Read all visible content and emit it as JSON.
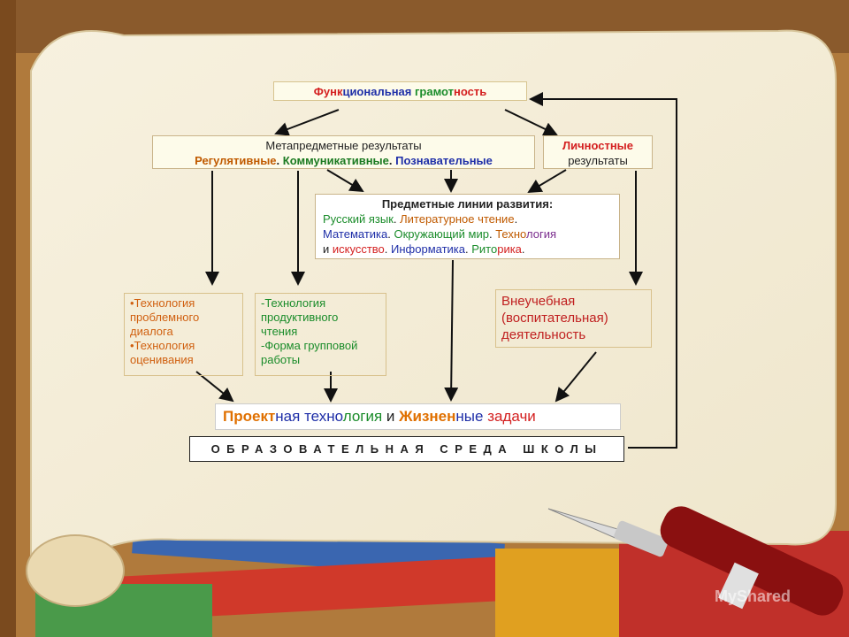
{
  "title": [
    {
      "text": "Функ",
      "color": "#d42020"
    },
    {
      "text": "циональная ",
      "color": "#1f2fa8"
    },
    {
      "text": "грамот",
      "color": "#1a8c2a"
    },
    {
      "text": "ность",
      "color": "#d42020"
    }
  ],
  "meta": {
    "line1": "Метапредметные результаты",
    "line2": [
      {
        "text": "Регулятивные",
        "color": "#c05a00"
      },
      {
        "text": ". ",
        "color": "#222222"
      },
      {
        "text": "Коммуникативные",
        "color": "#1a7a20"
      },
      {
        "text": ". ",
        "color": "#222222"
      },
      {
        "text": "Познавательные",
        "color": "#1f2fa8"
      }
    ]
  },
  "personal": {
    "line1": "Личностные",
    "line2": "результаты"
  },
  "subjects": {
    "heading": "Предметные линии развития:",
    "lines": [
      [
        {
          "text": "Русский язык",
          "color": "#1a8c2a"
        },
        {
          "text": ". ",
          "color": "#222222"
        },
        {
          "text": "Литературное чтение",
          "color": "#c05a00"
        },
        {
          "text": ".",
          "color": "#222222"
        }
      ],
      [
        {
          "text": "Математика",
          "color": "#1f2fa8"
        },
        {
          "text": ". ",
          "color": "#222222"
        },
        {
          "text": "Окружающий мир",
          "color": "#1a8c2a"
        },
        {
          "text": ". ",
          "color": "#222222"
        },
        {
          "text": "Техно",
          "color": "#c05a00"
        },
        {
          "text": "логия",
          "color": "#7b2d8e"
        }
      ],
      [
        {
          "text": "и ",
          "color": "#222222"
        },
        {
          "text": "искусство",
          "color": "#d42020"
        },
        {
          "text": ". ",
          "color": "#222222"
        },
        {
          "text": "Информатика",
          "color": "#1f2fa8"
        },
        {
          "text": ". ",
          "color": "#222222"
        },
        {
          "text": "Рито",
          "color": "#1a8c2a"
        },
        {
          "text": "рика",
          "color": "#d42020"
        },
        {
          "text": ".",
          "color": "#222222"
        }
      ]
    ]
  },
  "tech1": {
    "lines": [
      "•Технология",
      "проблемного",
      "диалога",
      "•Технология",
      "оценивания"
    ],
    "color": "#d06010"
  },
  "tech2": {
    "lines": [
      "-Технология",
      "продуктивного",
      "чтения",
      "-Форма групповой",
      "работы"
    ],
    "color": "#1a8c2a"
  },
  "extra": {
    "lines": [
      "Внеучебная",
      "(воспитательная)",
      "деятельность"
    ],
    "color": "#c02020"
  },
  "project": [
    {
      "text": "Проект",
      "color": "#e07000",
      "bold": true
    },
    {
      "text": "ная ",
      "color": "#1f2fa8",
      "bold": false
    },
    {
      "text": "техно",
      "color": "#1f2fa8",
      "bold": false
    },
    {
      "text": "логия",
      "color": "#1a8c2a",
      "bold": false
    },
    {
      "text": " и ",
      "color": "#222222",
      "bold": false
    },
    {
      "text": "Жизнен",
      "color": "#e07000",
      "bold": true
    },
    {
      "text": "ные ",
      "color": "#1f2fa8",
      "bold": false
    },
    {
      "text": "задачи",
      "color": "#d42020",
      "bold": false
    }
  ],
  "environment": "ОБРАЗОВАТЕЛЬНАЯ СРЕДА ШКОЛЫ",
  "watermark": "MyShared",
  "colors": {
    "paper": "#f5eed8",
    "frame": "#b8874a",
    "arrow": "#111111"
  }
}
